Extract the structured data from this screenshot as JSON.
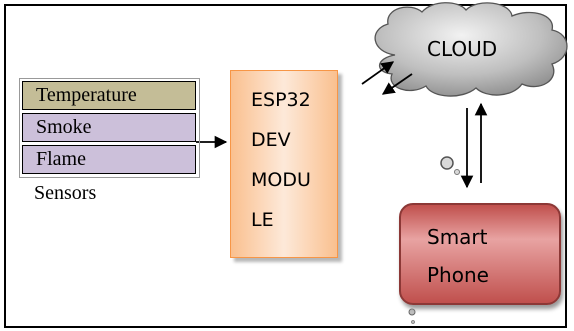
{
  "sensors": {
    "items": [
      "Temperature",
      "Smoke",
      "Flame"
    ],
    "group_label": "Sensors"
  },
  "esp_module": {
    "lines": [
      "ESP32",
      "DEV",
      "MODU",
      "LE"
    ]
  },
  "cloud": {
    "label": "CLOUD"
  },
  "phone": {
    "lines": [
      "Smart",
      "Phone"
    ]
  },
  "colors": {
    "temperature_fill": "#c4bd97",
    "smoke_flame_fill": "#ccc0da",
    "esp_fill": "#fac08f",
    "cloud_fill": "#a6a6a6",
    "phone_fill": "#c0504d"
  }
}
